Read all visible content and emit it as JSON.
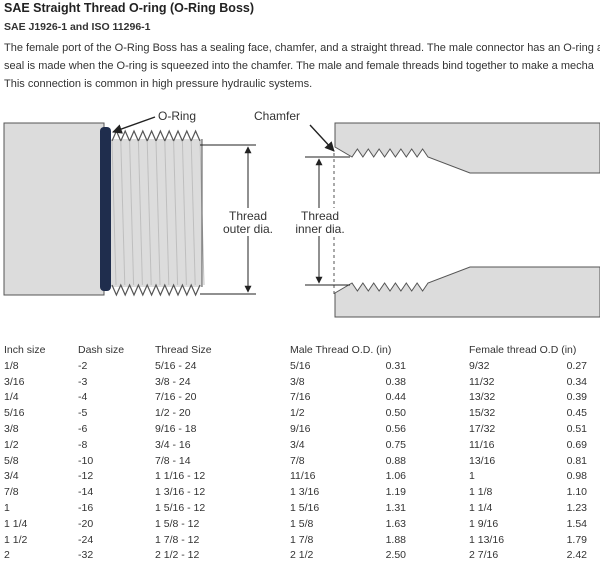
{
  "title": "SAE Straight Thread O-ring (O-Ring Boss)",
  "subtitle": "SAE J1926-1 and ISO 11296-1",
  "description": [
    "The female port of the O-Ring Boss has a sealing face, chamfer, and a straight thread. The male connector has an O-ring a",
    "seal is made when the O-ring is squeezed into the chamfer. The male and female threads bind together to make a mecha",
    "This connection is common in high pressure hydraulic systems."
  ],
  "diagram": {
    "oring_label": "O-Ring",
    "chamfer_label": "Chamfer",
    "outer_label_1": "Thread",
    "outer_label_2": "outer dia.",
    "inner_label_1": "Thread",
    "inner_label_2": "inner dia.",
    "body_color": "#dcdcdc",
    "outline_color": "#555555",
    "oring_color": "#1f2d4d",
    "dim_color": "#222222"
  },
  "table": {
    "headers": [
      "Inch size",
      "Dash size",
      "Thread Size",
      "Male Thread O.D. (in)",
      "Female thread O.D (in)"
    ],
    "rows": [
      {
        "inch": "1/8",
        "dash": "-2",
        "thread": "5/16 - 24",
        "male_frac": "5/16",
        "male": "0.31",
        "fem_frac": "9/32",
        "fem": "0.27"
      },
      {
        "inch": "3/16",
        "dash": "-3",
        "thread": "3/8 - 24",
        "male_frac": "3/8",
        "male": "0.38",
        "fem_frac": "11/32",
        "fem": "0.34"
      },
      {
        "inch": "1/4",
        "dash": "-4",
        "thread": "7/16 - 20",
        "male_frac": "7/16",
        "male": "0.44",
        "fem_frac": "13/32",
        "fem": "0.39"
      },
      {
        "inch": "5/16",
        "dash": "-5",
        "thread": "1/2 - 20",
        "male_frac": "1/2",
        "male": "0.50",
        "fem_frac": "15/32",
        "fem": "0.45"
      },
      {
        "inch": "3/8",
        "dash": "-6",
        "thread": "9/16 - 18",
        "male_frac": "9/16",
        "male": "0.56",
        "fem_frac": "17/32",
        "fem": "0.51"
      },
      {
        "inch": "1/2",
        "dash": "-8",
        "thread": "3/4 - 16",
        "male_frac": "3/4",
        "male": "0.75",
        "fem_frac": "11/16",
        "fem": "0.69"
      },
      {
        "inch": "5/8",
        "dash": "-10",
        "thread": "7/8 - 14",
        "male_frac": "7/8",
        "male": "0.88",
        "fem_frac": "13/16",
        "fem": "0.81"
      },
      {
        "inch": "3/4",
        "dash": "-12",
        "thread": "1 1/16 - 12",
        "male_frac": "11/16",
        "male": "1.06",
        "fem_frac": "1",
        "fem": "0.98"
      },
      {
        "inch": "7/8",
        "dash": "-14",
        "thread": "1 3/16 - 12",
        "male_frac": "1 3/16",
        "male": "1.19",
        "fem_frac": "1 1/8",
        "fem": "1.10"
      },
      {
        "inch": "1",
        "dash": "-16",
        "thread": "1 5/16 - 12",
        "male_frac": "1 5/16",
        "male": "1.31",
        "fem_frac": "1 1/4",
        "fem": "1.23"
      },
      {
        "inch": "1 1/4",
        "dash": "-20",
        "thread": "1 5/8 - 12",
        "male_frac": "1 5/8",
        "male": "1.63",
        "fem_frac": "1 9/16",
        "fem": "1.54"
      },
      {
        "inch": "1 1/2",
        "dash": "-24",
        "thread": "1 7/8 - 12",
        "male_frac": "1 7/8",
        "male": "1.88",
        "fem_frac": "1 13/16",
        "fem": "1.79"
      },
      {
        "inch": "2",
        "dash": "-32",
        "thread": "2 1/2 - 12",
        "male_frac": "2 1/2",
        "male": "2.50",
        "fem_frac": "2 7/16",
        "fem": "2.42"
      }
    ]
  }
}
